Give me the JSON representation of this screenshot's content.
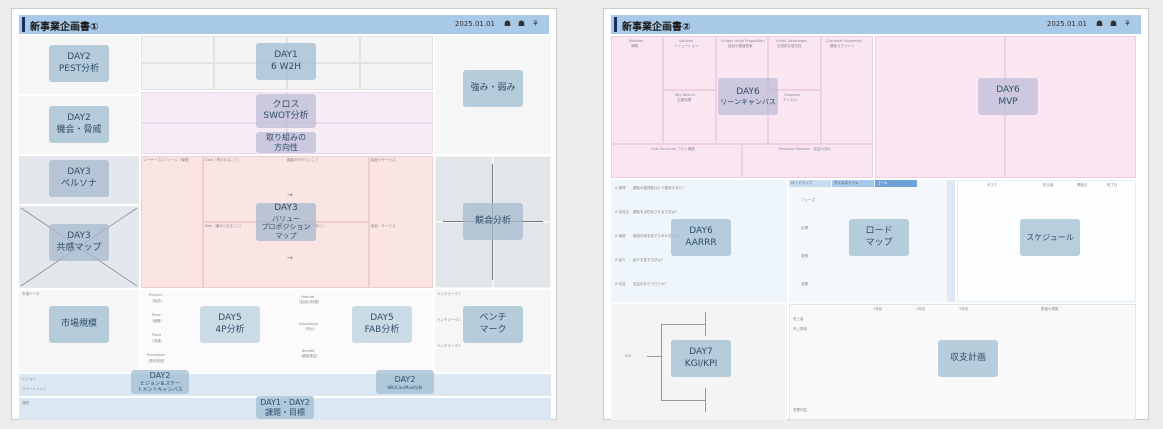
{
  "sheet1": {
    "title": "新事業企画書①",
    "date": "2025.01.01",
    "labels": {
      "pest": {
        "day": "DAY2",
        "name": "PEST分析"
      },
      "w2h": {
        "day": "DAY1",
        "name": "6 W2H"
      },
      "strength": {
        "name": "強み・弱み"
      },
      "opportunity": {
        "day": "DAY2",
        "name": "機会・脅威"
      },
      "cross_swot": {
        "line1": "クロス",
        "line2": "SWOT分析"
      },
      "direction": {
        "line1": "取り組みの",
        "line2": "方向性"
      },
      "persona": {
        "day": "DAY3",
        "name": "ペルソナ"
      },
      "value_prop": {
        "day": "DAY3",
        "line1": "バリュー",
        "line2": "プロポジション",
        "line3": "マップ"
      },
      "competitor": {
        "name": "競合分析"
      },
      "empathy": {
        "day": "DAY3",
        "name": "共感マップ"
      },
      "market": {
        "name": "市場規模"
      },
      "four_p": {
        "day": "DAY5",
        "name": "4P分析"
      },
      "fab": {
        "day": "DAY5",
        "name": "FAB分析"
      },
      "benchmark": {
        "line1": "ベンチ",
        "line2": "マーク"
      },
      "vision": {
        "day": "DAY2",
        "line1": "ビジョン＆ステー",
        "line2": "トメントキャンバス"
      },
      "will_can": {
        "day": "DAY2",
        "name": "Will/Can/Must分析"
      },
      "goals": {
        "day": "DAY1・DAY2",
        "name": "課題・目標"
      }
    },
    "small_text": {
      "fp_product": "Product",
      "fp_product_jp": "（製品）",
      "fp_price": "Price",
      "fp_price_jp": "（価格）",
      "fp_place": "Place",
      "fp_place_jp": "（流通）",
      "fp_promotion": "Promotion",
      "fp_promotion_jp": "（販売促進）",
      "fab_feature": "Feature",
      "fab_feature_jp": "（製品の特徴）",
      "fab_advantage": "Advantage",
      "fab_advantage_jp": "（利点）",
      "fab_benefit": "Benefit",
      "fab_benefit_jp": "（顧客便益）",
      "vp_user": "ユーザープロフィール（課題）",
      "vp_gain": "Gain（得られること）",
      "vp_pain": "Pain（痛みとなること）",
      "vp_service": "製品やサービス",
      "vp_task": "顧客がやりたいこと",
      "vp_pain2": "Pain（痛みを取り除く）",
      "vp_gain2": "Gain（得られる価値）",
      "vp_service2": "製品・サービス",
      "bm1": "ベンチマーク1",
      "bm2": "ベンチマーク2",
      "bm3": "ベンチマーク3",
      "market_label": "市場データ",
      "vision_label": "ビジョン",
      "statement_label": "ステートメント",
      "goal_label": "課題"
    }
  },
  "sheet2": {
    "title": "新事業企画書②",
    "date": "2025.01.01",
    "labels": {
      "lean": {
        "day": "DAY6",
        "name": "リーンキャンバス"
      },
      "mvp": {
        "day": "DAY6",
        "name": "MVP"
      },
      "aarrr": {
        "day": "DAY6",
        "name": "AARRR"
      },
      "roadmap": {
        "line1": "ロード",
        "line2": "マップ"
      },
      "schedule": {
        "name": "スケジュール"
      },
      "kgi": {
        "day": "DAY7",
        "name": "KGI/KPI"
      },
      "revenue": {
        "name": "収支計画"
      }
    },
    "small_text": {
      "lc_problem": "Problem",
      "lc_problem_jp": "課題",
      "lc_solution": "Solution",
      "lc_solution_jp": "ソリューション",
      "lc_uvp": "Unique Value Proposition",
      "lc_uvp_jp": "独自の価値提案",
      "lc_unfair": "Unfair Advantage",
      "lc_unfair_jp": "圧倒的な優位性",
      "lc_segment": "Customer Segments",
      "lc_segment_jp": "顧客セグメント",
      "lc_metrics": "Key Metrics",
      "lc_metrics_jp": "主要指標",
      "lc_channels": "Channels",
      "lc_channels_jp": "チャネル",
      "lc_cost": "Cost Structure コスト構造",
      "lc_revenue": "Revenue Streams　収益の流れ",
      "aarrr_a1": "A 獲得",
      "aarrr_a1_q": "顧客の獲得数はどう獲得するか？",
      "aarrr_a2": "A 活性化",
      "aarrr_a2_q": "顧客を活性化させる方法は？",
      "aarrr_r1": "R 継続",
      "aarrr_r1_q": "継続利用を促すための方法は？",
      "aarrr_r2": "R 紹介",
      "aarrr_r2_q": "紹介を促す方法は？",
      "aarrr_r3": "R 収益",
      "aarrr_r3_q": "収益化をどう行うか？",
      "rm_step1": "ロードマップ",
      "rm_step2": "マイルストーン",
      "rm_step3": "ゴール",
      "rm_row1": "フェーズ",
      "rm_row2": "目標",
      "rm_row3": "施策",
      "rm_row4": "成果",
      "sch_task": "タスク",
      "sch_owner": "担当者",
      "sch_start": "開始日",
      "sch_end": "終了日",
      "kgi_label": "KGI",
      "rev_y1": "1年目",
      "rev_y2": "2年目",
      "rev_y3": "3年目",
      "rev_note": "数値の根拠",
      "rev_sales": "売上高",
      "rev_cost": "売上原価",
      "rev_profit": "営業利益"
    }
  }
}
